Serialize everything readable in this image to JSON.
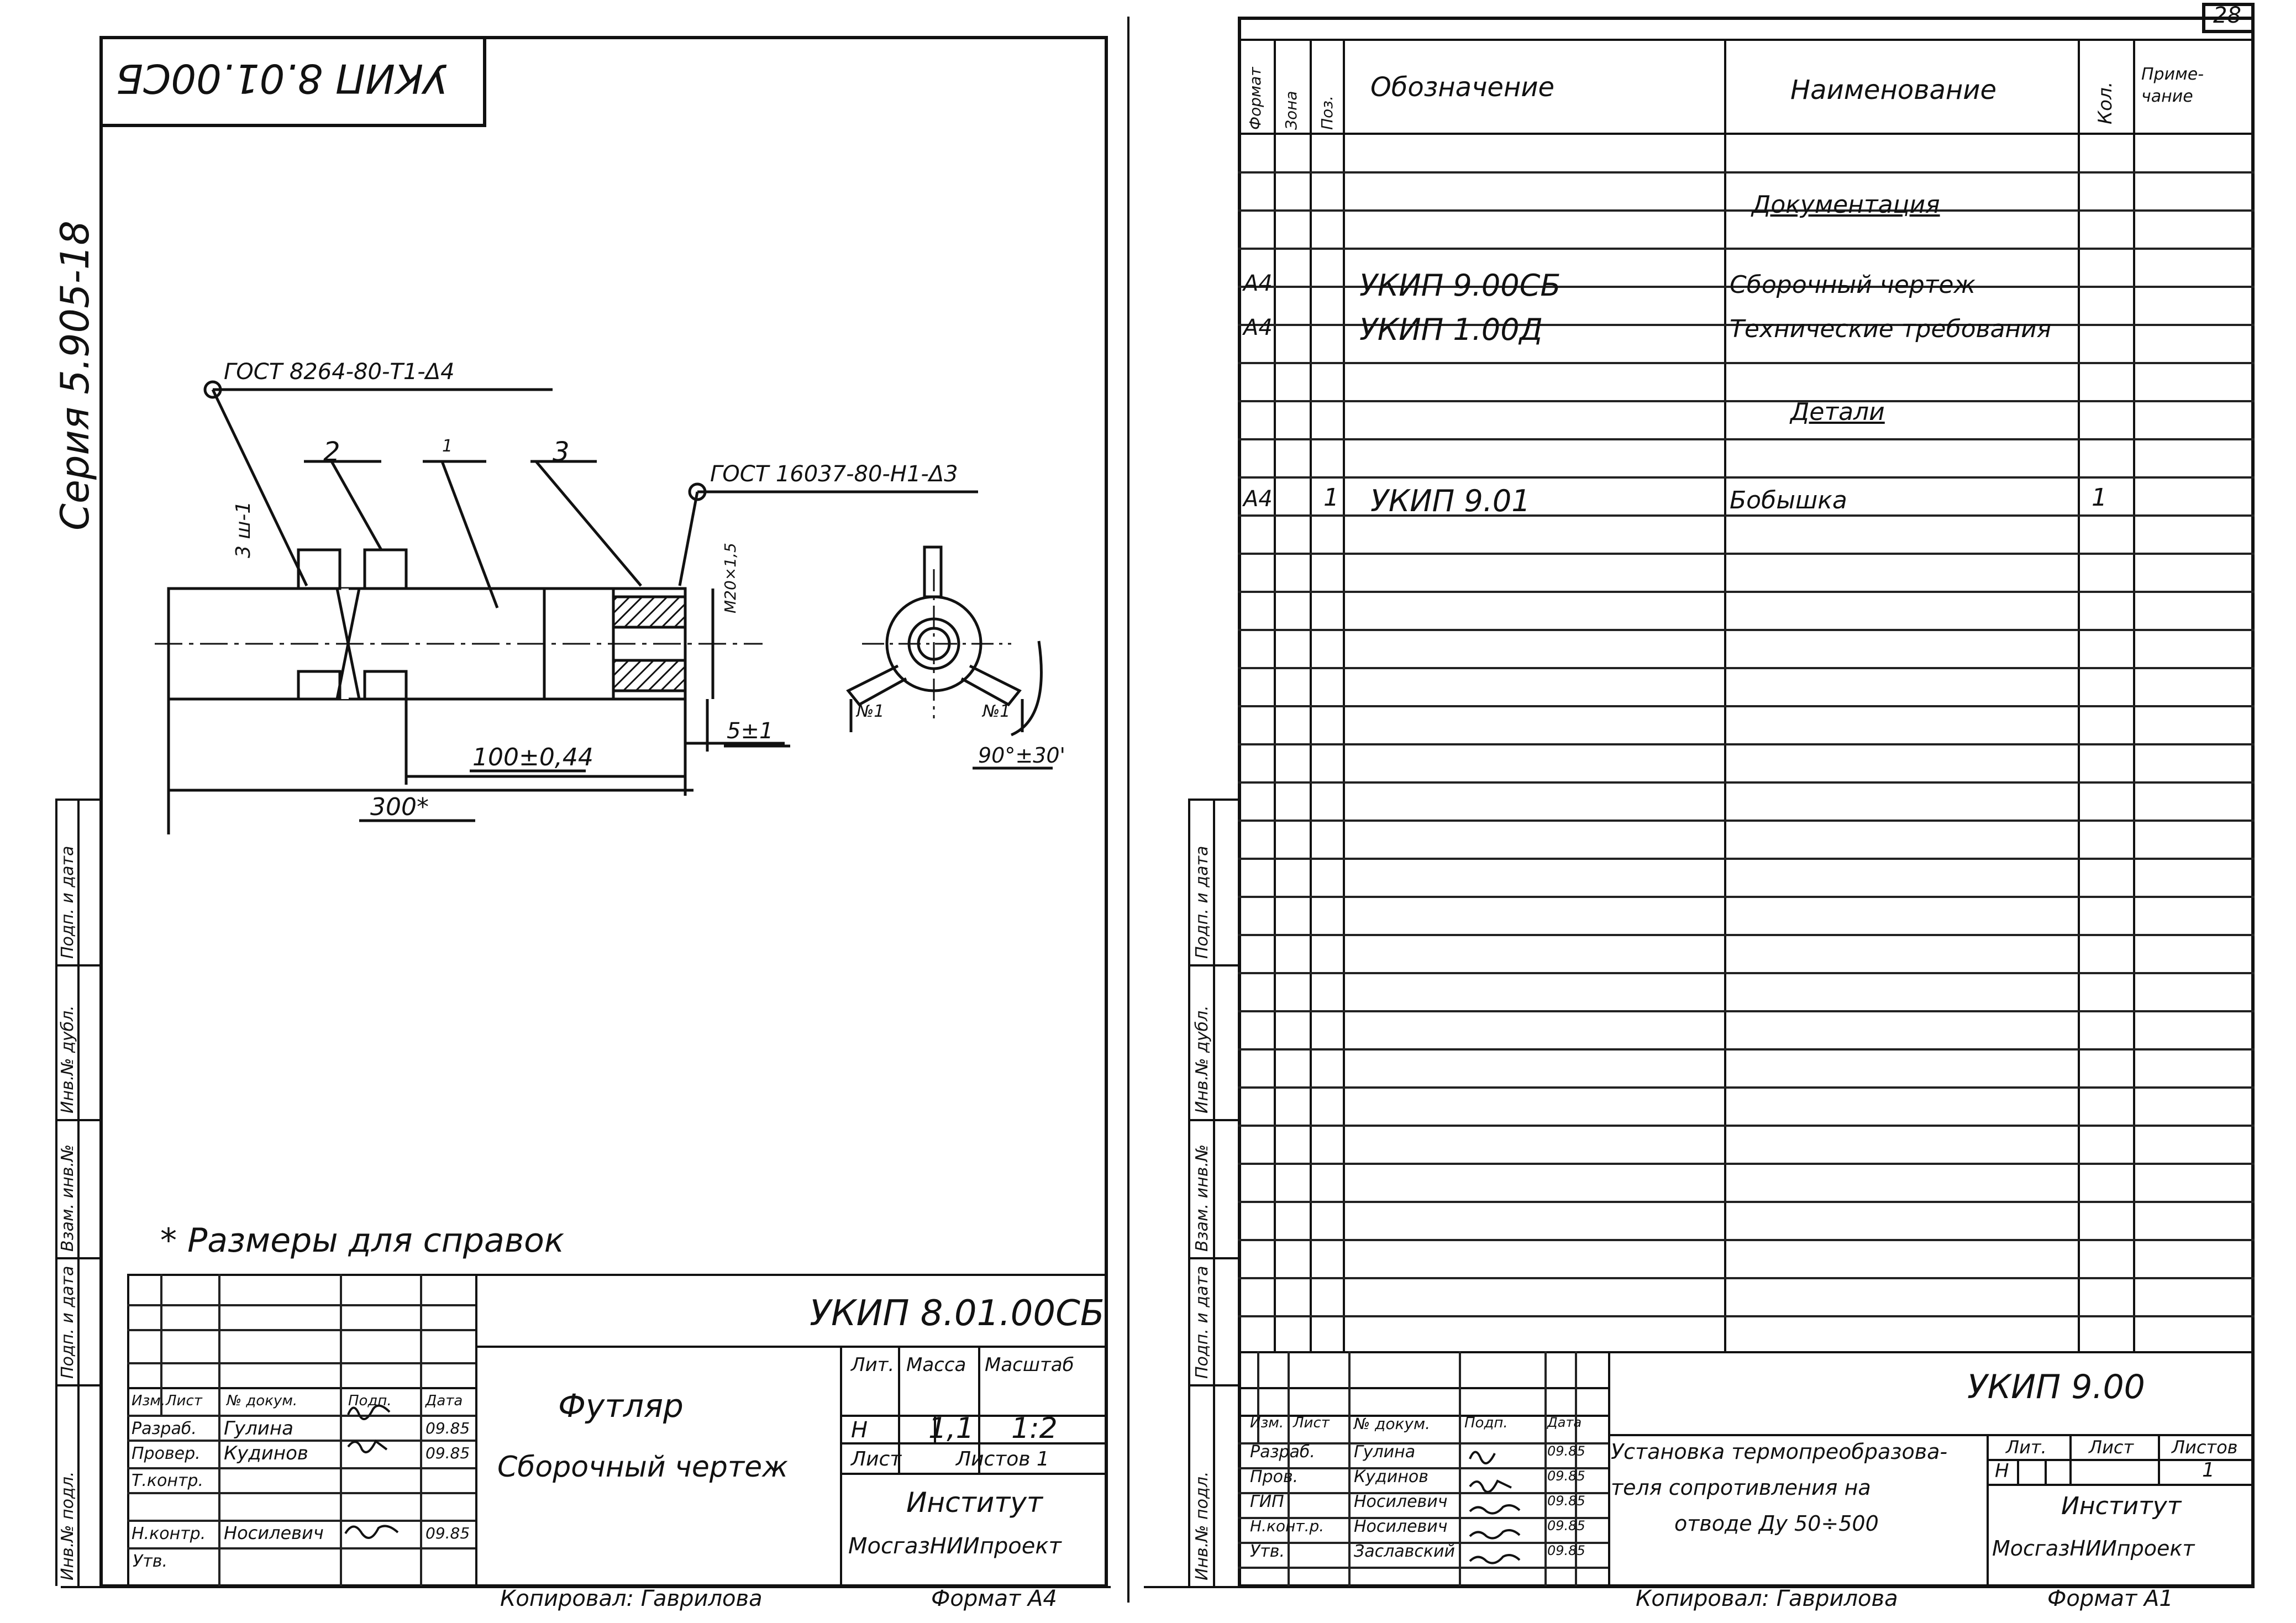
{
  "left_sheet": {
    "top_code_box": "УКИП 8.01.00СБ",
    "series": "Серия 5.905-18",
    "annotations": {
      "gost1": "ГОСТ 8264-80-Т1-Δ4",
      "gost2": "ГОСТ 16037-80-Н1-Δ3",
      "weld_label": "3 ш-1",
      "pos2": "2",
      "pos1": "1",
      "pos3": "3",
      "dim_100": "100±0,44",
      "dim_300": "300*",
      "dim_5": "5±1",
      "dim_m": "М20×1,5",
      "dim_angle": "90°±30'",
      "n1_left": "№1",
      "n1_right": "№1",
      "footnote": "* Размеры для справок"
    },
    "side_stamps": [
      "Инв.№ подл.",
      "Подп. и дата",
      "Взам. инв.№",
      "Инв.№ дубл.",
      "Подп. и дата"
    ],
    "title_block": {
      "code": "УКИП 8.01.00СБ",
      "headers": [
        "Изм.",
        "Лист",
        "№ докум.",
        "Подп.",
        "Дата"
      ],
      "roles": [
        {
          "role": "Разраб.",
          "name": "Гулина",
          "date": "09.85"
        },
        {
          "role": "Провер.",
          "name": "Кудинов",
          "date": "09.85"
        },
        {
          "role": "Т.контр.",
          "name": "",
          "date": ""
        },
        {
          "role": "Н.контр.",
          "name": "Носилевич",
          "date": "09.85"
        },
        {
          "role": "Утв.",
          "name": "",
          "date": ""
        }
      ],
      "name_line1": "Футляр",
      "name_line2": "Сборочный чертеж",
      "lit_header": "Лит.",
      "mass_header": "Масса",
      "scale_header": "Масштаб",
      "lit": "Н",
      "mass": "1,1",
      "scale": "1:2",
      "sheet": "Лист",
      "sheets": "Листов 1",
      "org1": "Институт",
      "org2": "МосгазНИИпроект"
    },
    "copied": "Копировал: Гаврилова",
    "format": "Формат А4"
  },
  "right_sheet": {
    "page_number": "28",
    "headers": [
      "Формат",
      "Зона",
      "Поз.",
      "Обозначение",
      "Наименование",
      "Кол.",
      "Приме-чание"
    ],
    "rows": [
      {
        "fmt": "",
        "pos": "",
        "code": "",
        "name": "Документация",
        "qty": ""
      },
      {
        "fmt": "А4",
        "pos": "",
        "code": "УКИП 9.00СБ",
        "name": "Сборочный чертеж",
        "qty": ""
      },
      {
        "fmt": "А4",
        "pos": "",
        "code": "УКИП 1.00Д",
        "name": "Технические требования",
        "qty": ""
      },
      {
        "fmt": "",
        "pos": "",
        "code": "",
        "name": "Детали",
        "qty": ""
      },
      {
        "fmt": "А4",
        "pos": "1",
        "code": "УКИП 9.01",
        "name": "Бобышка",
        "qty": "1"
      }
    ],
    "side_stamps": [
      "Инв.№ подл.",
      "Подп. и дата",
      "Взам. инв.№",
      "Инв.№ дубл.",
      "Подп. и дата"
    ],
    "title_block": {
      "code": "УКИП 9.00",
      "headers": [
        "Изм.",
        "Лист",
        "№ докум.",
        "Подп.",
        "Дата"
      ],
      "roles": [
        {
          "role": "Разраб.",
          "name": "Гулина",
          "date": "09.85"
        },
        {
          "role": "Пров.",
          "name": "Кудинов",
          "date": "09.85"
        },
        {
          "role": "ГИП",
          "name": "Носилевич",
          "date": "09.85"
        },
        {
          "role": "Н.конт.р.",
          "name": "Носилевич",
          "date": "09.85"
        },
        {
          "role": "Утв.",
          "name": "Заславский",
          "date": "09.85"
        }
      ],
      "name_line1": "Установка термопреобразова-",
      "name_line2": "теля сопротивления на",
      "name_line3": "отводе Ду 50÷500",
      "lit_header": "Лит.",
      "sheet_header": "Лист",
      "sheets_header": "Листов",
      "lit": "Н",
      "sheets": "1",
      "org1": "Институт",
      "org2": "МосгазНИИпроект"
    },
    "copied": "Копировал: Гаврилова",
    "format": "Формат А1"
  }
}
